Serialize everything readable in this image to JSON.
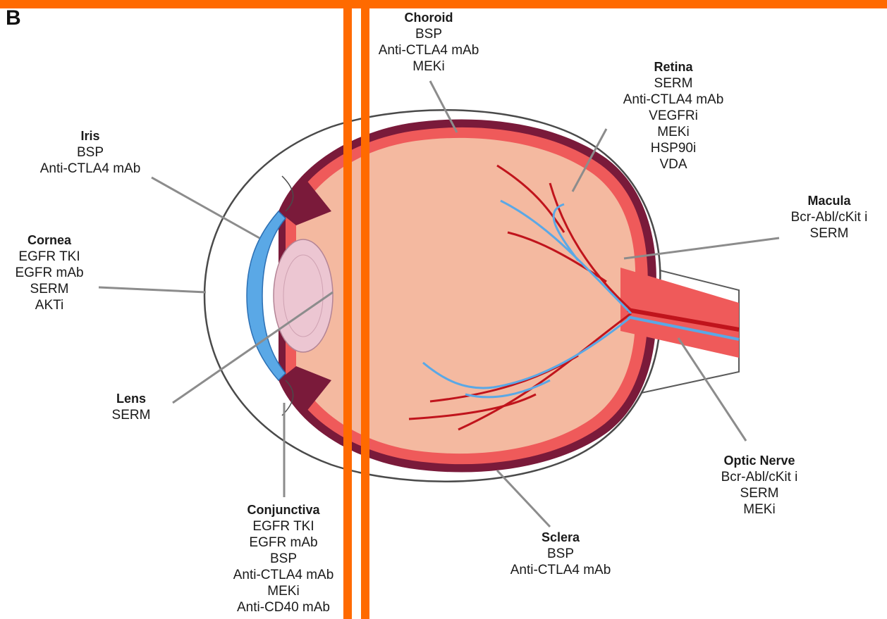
{
  "panel_letter": "B",
  "colors": {
    "frame_orange": "#ff6a00",
    "sclera": "#ffffff",
    "choroid": "#7a1a3a",
    "retina": "#ef5a5a",
    "vitreous": "#f4b9a0",
    "blood_vessel": "#c0141c",
    "cornea_blue": "#5aa8e6",
    "lens": "#ecc6d2",
    "leader_line": "#8c8c8c"
  },
  "labels": {
    "iris": {
      "title": "Iris",
      "items": [
        "BSP",
        "Anti-CTLA4 mAb"
      ]
    },
    "cornea": {
      "title": "Cornea",
      "items": [
        "EGFR TKI",
        "EGFR mAb",
        "SERM",
        "AKTi"
      ]
    },
    "lens": {
      "title": "Lens",
      "items": [
        "SERM"
      ]
    },
    "conjunctiva": {
      "title": "Conjunctiva",
      "items": [
        "EGFR TKI",
        "EGFR mAb",
        "BSP",
        "Anti-CTLA4 mAb",
        "MEKi",
        "Anti-CD40 mAb"
      ]
    },
    "choroid": {
      "title": "Choroid",
      "items": [
        "BSP",
        "Anti-CTLA4 mAb",
        "MEKi"
      ]
    },
    "retina": {
      "title": "Retina",
      "items": [
        "SERM",
        "Anti-CTLA4 mAb",
        "VEGFRi",
        "MEKi",
        "HSP90i",
        "VDA"
      ]
    },
    "macula": {
      "title": "Macula",
      "items": [
        "Bcr-Abl/cKit i",
        "SERM"
      ]
    },
    "optic_nerve": {
      "title": "Optic Nerve",
      "items": [
        "Bcr-Abl/cKit i",
        "SERM",
        "MEKi"
      ]
    },
    "sclera": {
      "title": "Sclera",
      "items": [
        "BSP",
        "Anti-CTLA4 mAb"
      ]
    }
  }
}
